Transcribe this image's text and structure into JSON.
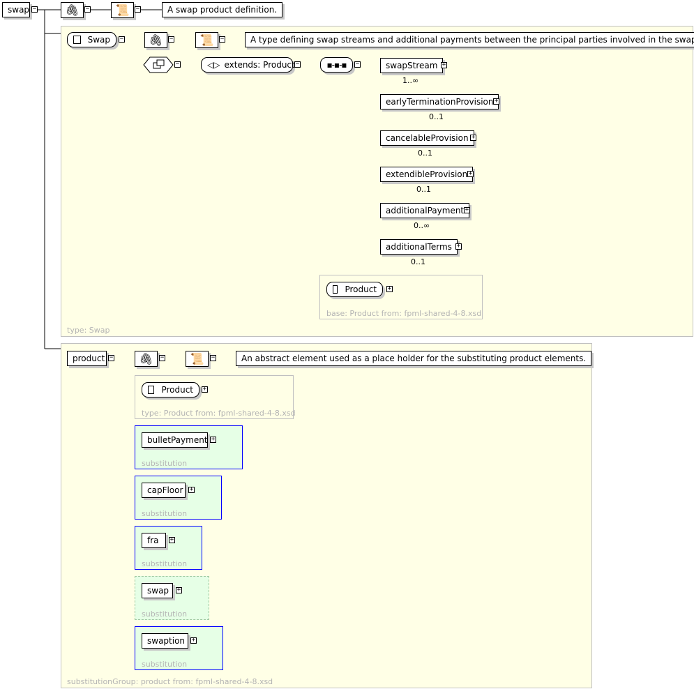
{
  "root": {
    "name": "swap",
    "doc": "A swap product definition."
  },
  "swap_type": {
    "name": "Swap",
    "doc": "A type defining swap streams and additional payments between the principal parties involved in the swap.",
    "extends": "extends: Product",
    "footer": "type: Swap",
    "elements": [
      {
        "name": "swapStream",
        "card": "1..∞"
      },
      {
        "name": "earlyTerminationProvision",
        "card": "0..1"
      },
      {
        "name": "cancelableProvision",
        "card": "0..1"
      },
      {
        "name": "extendibleProvision",
        "card": "0..1"
      },
      {
        "name": "additionalPayment",
        "card": "0..∞"
      },
      {
        "name": "additionalTerms",
        "card": "0..1"
      }
    ],
    "base": {
      "name": "Product",
      "footer": "base: Product from: fpml-shared-4-8.xsd"
    }
  },
  "product": {
    "name": "product",
    "doc": "An abstract element used as a place holder for the substituting product elements.",
    "type_name": "Product",
    "type_footer": "type: Product from: fpml-shared-4-8.xsd",
    "substitutions": [
      {
        "name": "bulletPayment",
        "label": "substitution"
      },
      {
        "name": "capFloor",
        "label": "substitution"
      },
      {
        "name": "fra",
        "label": "substitution"
      },
      {
        "name": "swap",
        "label": "substitution"
      },
      {
        "name": "swaption",
        "label": "substitution"
      }
    ],
    "footer": "substitutionGroup: product from: fpml-shared-4-8.xsd"
  },
  "icons": {
    "annotation": "paperclip-icon",
    "documentation": "scroll-icon",
    "toggle_expand": "⊞",
    "toggle_collapse": "⊟"
  }
}
